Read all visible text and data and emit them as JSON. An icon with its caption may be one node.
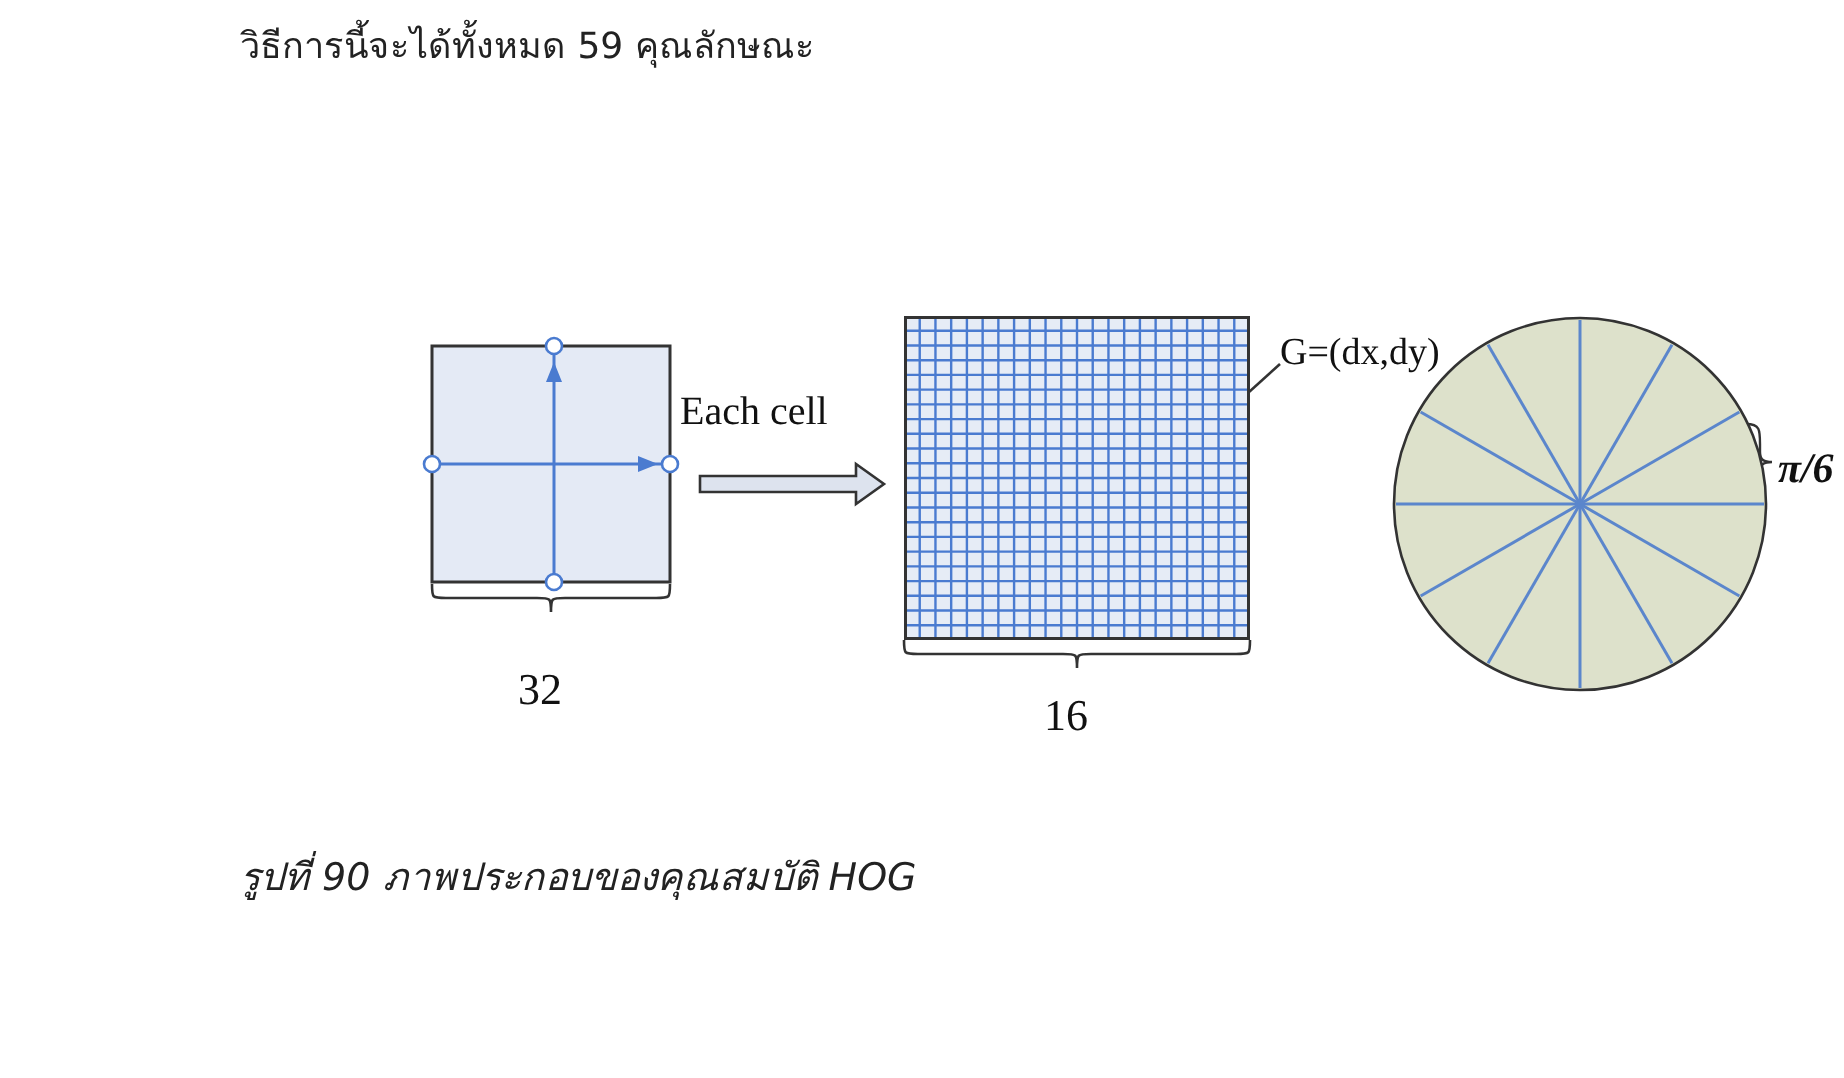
{
  "diagram": {
    "caption": "รูปที่ 90 ภาพประกอบของคุณสมบัติ HOG",
    "nodes": [
      {
        "text": [],
        "shape": "box"
      },
      {
        "text": [],
        "shape": "box"
      },
      {
        "text": [],
        "shape": "circle",
        "beside": [
          "π/6"
        ]
      },
      {
        "text": [
          "G=(dx,dy)"
        ]
      }
    ],
    "edges": [
      {
        "from": 0,
        "to": 1,
        "arrow": "to",
        "label": "Each cell"
      },
      {
        "from": 3,
        "to": 1,
        "arrow": "none"
      }
    ],
    "labels": [
      "วิธีการนี้จะได้ทั้งหมด 59 คุณลักษณะ",
      "32",
      "16"
    ]
  }
}
